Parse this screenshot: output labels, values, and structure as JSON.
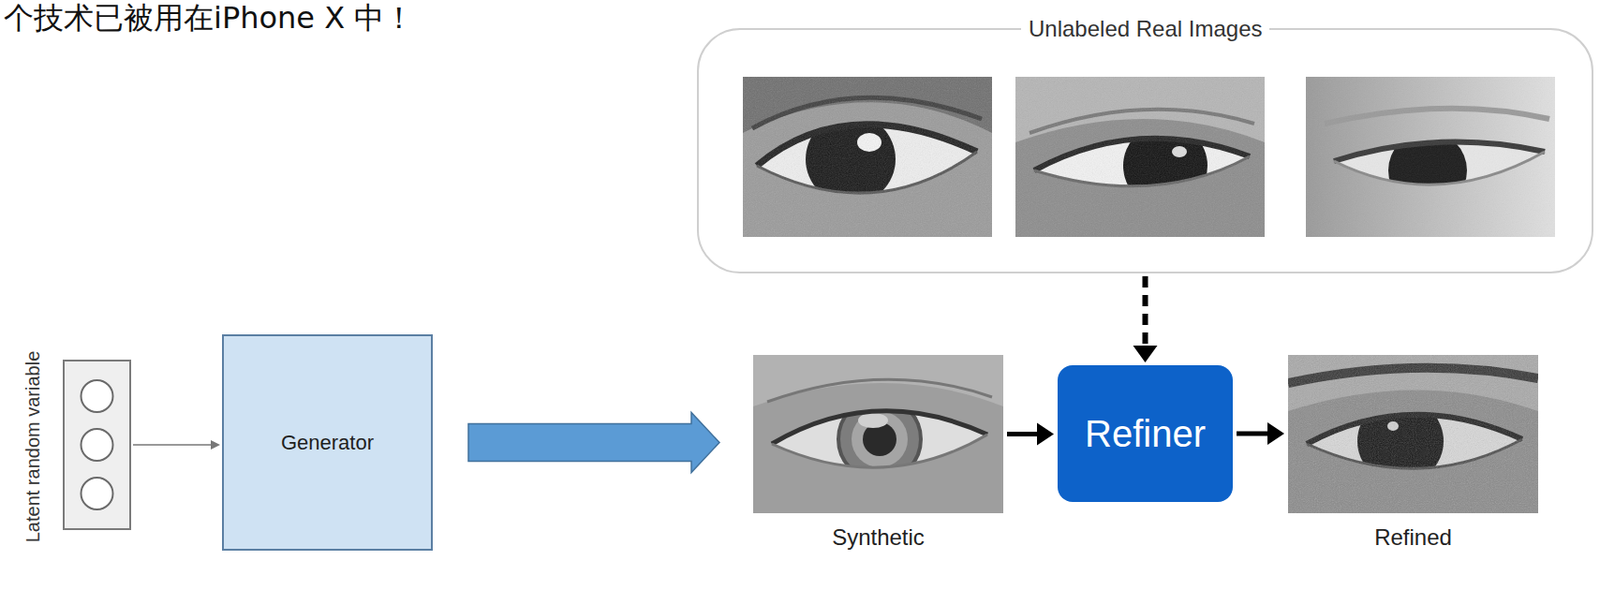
{
  "diagram": {
    "nodes": [
      {
        "text": [
          "Latent random variable"
        ]
      },
      {
        "text": [
          "Generator"
        ]
      },
      {
        "text": [
          "Unlabeled Real Images"
        ]
      },
      {
        "text": []
      },
      {
        "text": [
          "Synthetic"
        ],
        "in": 3
      },
      {
        "text": [
          "Refiner"
        ],
        "in": 3
      },
      {
        "text": [
          "Refined"
        ],
        "in": 3
      }
    ],
    "edges": [
      {
        "from": 0,
        "to": 1,
        "arrow": "to"
      },
      {
        "from": 1,
        "to": 3,
        "arrow": "to"
      },
      {
        "from": 2,
        "to": 5,
        "arrow": "to"
      },
      {
        "from": 4,
        "to": 5,
        "arrow": "to"
      },
      {
        "from": 5,
        "to": 6,
        "arrow": "to"
      }
    ],
    "labels": [
      "个技术已被用在iPhone X 中！"
    ]
  }
}
